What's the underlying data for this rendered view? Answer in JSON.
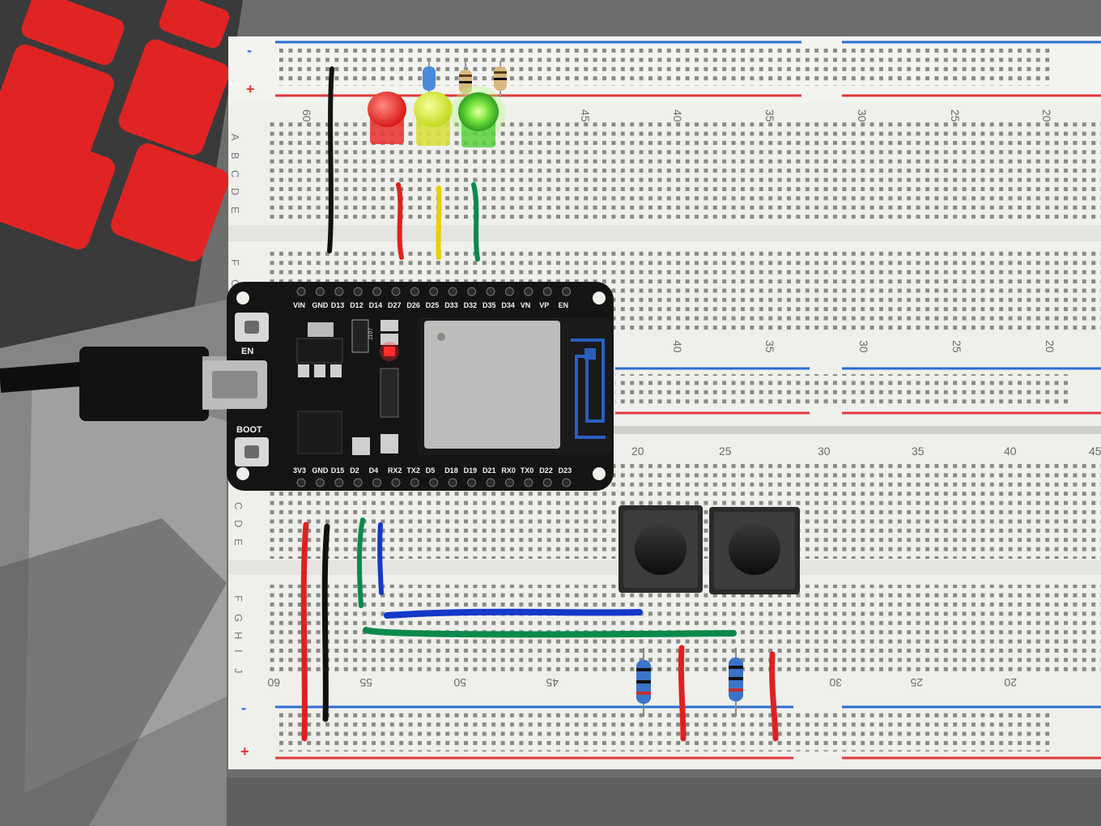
{
  "breadboard_upper": {
    "rail_minus": "-",
    "rail_plus": "+",
    "row_letters_left": [
      "A",
      "B",
      "C",
      "D",
      "E"
    ],
    "row_letters_right": [
      "F",
      "G"
    ],
    "column_numbers_top": [
      "60",
      "45",
      "40",
      "35",
      "30",
      "25",
      "20"
    ],
    "column_numbers_bottom": [
      "40",
      "35",
      "30",
      "25",
      "20"
    ]
  },
  "breadboard_lower": {
    "column_numbers_top": [
      "20",
      "25",
      "30",
      "35",
      "40",
      "45"
    ],
    "row_letters_top": [
      "C",
      "D",
      "E"
    ],
    "row_letters_bottom": [
      "F",
      "G",
      "H",
      "I",
      "J"
    ],
    "column_numbers_bottom": [
      "60",
      "55",
      "50",
      "45",
      "30",
      "25",
      "20"
    ],
    "rail_minus": "-",
    "rail_plus": "+"
  },
  "esp32_board": {
    "top_pins": [
      "VIN",
      "GND",
      "D13",
      "D12",
      "D14",
      "D27",
      "D26",
      "D25",
      "D33",
      "D32",
      "D35",
      "D34",
      "VN",
      "VP",
      "EN"
    ],
    "bottom_pins": [
      "3V3",
      "GND",
      "D15",
      "D2",
      "D4",
      "RX2",
      "TX2",
      "D5",
      "D18",
      "D19",
      "D21",
      "RX0",
      "TX0",
      "D22",
      "D23"
    ],
    "en_button_label": "EN",
    "boot_button_label": "BOOT",
    "chip_marking": "J107"
  },
  "leds": [
    {
      "color": "red",
      "lit": false
    },
    {
      "color": "yellow",
      "lit": false
    },
    {
      "color": "green",
      "lit": true
    }
  ],
  "colors": {
    "breadboard": "#efefec",
    "rail_red": "#e03a3a",
    "rail_blue": "#2a6fd0",
    "board_pcb": "#141414",
    "wire_red": "#e02020",
    "wire_yellow": "#e8d000",
    "wire_green": "#0a8a4a",
    "wire_blue": "#1438c8",
    "wire_black": "#111111"
  }
}
